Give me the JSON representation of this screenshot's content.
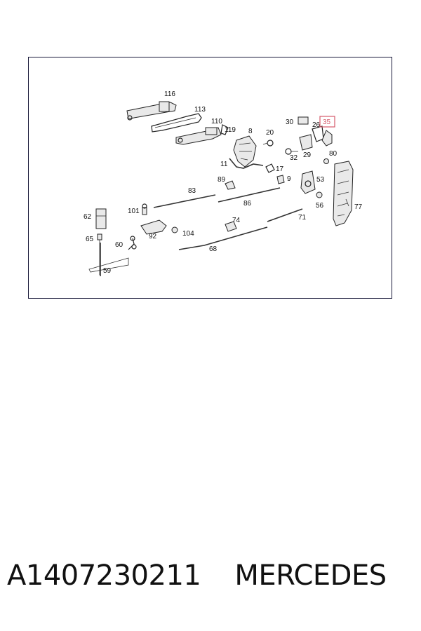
{
  "diagram": {
    "highlight_color": "#d45a6a",
    "labels": {
      "l116": "116",
      "l113": "113",
      "l110": "110",
      "l119": "119",
      "l8": "8",
      "l20": "20",
      "l30": "30",
      "l26": "26",
      "l35": "35",
      "l80": "80",
      "l11": "11",
      "l17": "17",
      "l32": "32",
      "l29": "29",
      "l89": "89",
      "l9": "9",
      "l53": "53",
      "l83": "83",
      "l86": "86",
      "l56": "56",
      "l77": "77",
      "l62": "62",
      "l101": "101",
      "l74": "74",
      "l71": "71",
      "l65": "65",
      "l104": "104",
      "l92": "92",
      "l60": "60",
      "l68": "68",
      "l59": "59"
    },
    "highlighted_label": "35"
  },
  "footer": {
    "part_number": "A1407230211",
    "brand": "MERCEDES"
  }
}
